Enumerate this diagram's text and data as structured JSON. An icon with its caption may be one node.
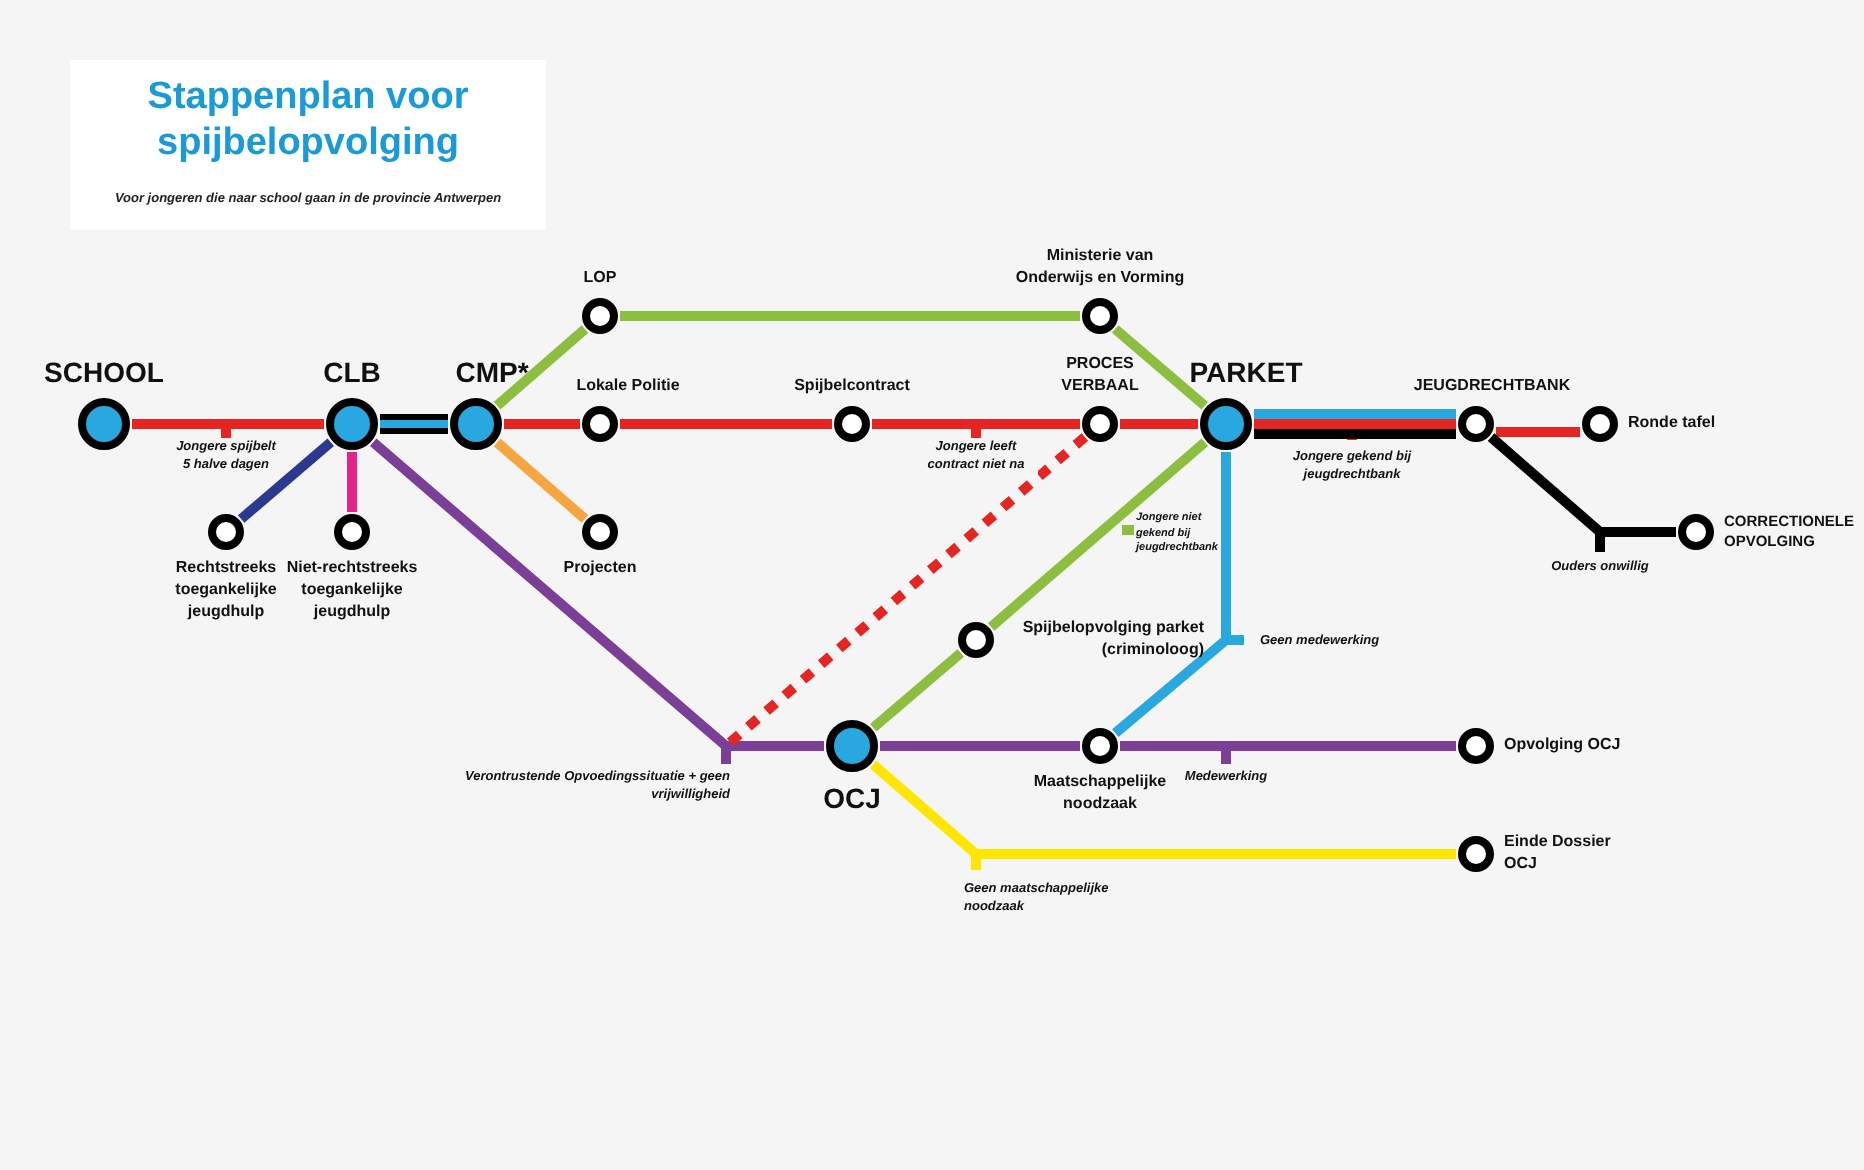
{
  "diagram": {
    "title": "Stappenplan voor spijbelopvolging",
    "caption": "Voor jongeren die naar school gaan in de provincie Antwerpen",
    "nodes": [
      {
        "text": [
          "SCHOOL"
        ]
      },
      {
        "text": [
          "CLB"
        ]
      },
      {
        "text": [
          "CMP*"
        ]
      },
      {
        "text": [
          "LOP"
        ]
      },
      {
        "text": [
          "Lokale Politie"
        ]
      },
      {
        "text": [
          "Projecten"
        ]
      },
      {
        "text": [
          "Rechtstreeks toegankelijke jeugdhulp"
        ]
      },
      {
        "text": [
          "Niet-rechtstreeks toegankelijke jeugdhulp"
        ]
      },
      {
        "text": [
          "Ministerie van Onderwijs en Vorming"
        ]
      },
      {
        "text": [
          "Spijbelcontract"
        ]
      },
      {
        "text": [
          "PROCES VERBAAL"
        ]
      },
      {
        "text": [
          "PARKET"
        ]
      },
      {
        "text": [
          "JEUGDRECHTBANK"
        ]
      },
      {
        "text": [
          "Ronde tafel"
        ]
      },
      {
        "text": [
          "CORRECTIONELE OPVOLGING"
        ]
      },
      {
        "text": [
          "Spijbelopvolging parket (criminoloog)"
        ]
      },
      {
        "text": [
          "OCJ"
        ]
      },
      {
        "text": [
          "Maatschappelijke noodzaak"
        ]
      },
      {
        "text": [
          "Opvolging OCJ"
        ]
      },
      {
        "text": [
          "Einde Dossier OCJ"
        ]
      }
    ],
    "edges": [
      {
        "from": 0,
        "to": 1,
        "arrow": "none",
        "color": "#e42521",
        "label": "Jongere spijbelt 5 halve dagen"
      },
      {
        "from": 1,
        "to": 2,
        "arrow": "none",
        "color": "#000000",
        "style": "thick"
      },
      {
        "from": 2,
        "to": 3,
        "arrow": "none",
        "color": "#8cbf3f"
      },
      {
        "from": 2,
        "to": 4,
        "arrow": "none",
        "color": "#e42521"
      },
      {
        "from": 2,
        "to": 5,
        "arrow": "none",
        "color": "#f7a540"
      },
      {
        "from": 1,
        "to": 6,
        "arrow": "none",
        "color": "#2b3990"
      },
      {
        "from": 1,
        "to": 7,
        "arrow": "none",
        "color": "#e5238b"
      },
      {
        "from": 1,
        "to": 16,
        "arrow": "none",
        "color": "#7b3f98",
        "label": "Verontrustende Opvoedingssituatie + geen vrijwilligheid"
      },
      {
        "from": 3,
        "to": 8,
        "arrow": "none",
        "color": "#8cbf3f"
      },
      {
        "from": 8,
        "to": 11,
        "arrow": "none",
        "color": "#8cbf3f"
      },
      {
        "from": 4,
        "to": 9,
        "arrow": "none",
        "color": "#e42521"
      },
      {
        "from": 9,
        "to": 10,
        "arrow": "none",
        "color": "#e42521",
        "label": "Jongere leeft contract niet na"
      },
      {
        "from": 10,
        "to": 11,
        "arrow": "none",
        "color": "#e42521"
      },
      {
        "from": 10,
        "to": null,
        "arrow": "none",
        "color": "#e42521",
        "style": "dashed"
      },
      {
        "from": 11,
        "to": 12,
        "arrow": "none",
        "color": "#29a8e0"
      },
      {
        "from": 11,
        "to": 12,
        "arrow": "none",
        "color": "#e42521",
        "label": "Jongere gekend bij jeugdrechtbank"
      },
      {
        "from": 11,
        "to": 12,
        "arrow": "none",
        "color": "#000000"
      },
      {
        "from": 12,
        "to": 13,
        "arrow": "none",
        "color": "#e42521"
      },
      {
        "from": 12,
        "to": 14,
        "arrow": "none",
        "color": "#000000",
        "label": "Ouders onwillig"
      },
      {
        "from": 11,
        "to": 15,
        "arrow": "none",
        "color": "#8cbf3f",
        "label": "Jongere niet gekend bij jeugdrechtbank"
      },
      {
        "from": 15,
        "to": 16,
        "arrow": "none",
        "color": "#8cbf3f"
      },
      {
        "from": 11,
        "to": 17,
        "arrow": "none",
        "color": "#29a8e0",
        "label": "Geen medewerking"
      },
      {
        "from": 16,
        "to": 17,
        "arrow": "none",
        "color": "#7b3f98"
      },
      {
        "from": 17,
        "to": 18,
        "arrow": "none",
        "color": "#7b3f98",
        "label": "Medewerking"
      },
      {
        "from": 16,
        "to": 19,
        "arrow": "none",
        "color": "#ffe600",
        "label": "Geen maatschappelijke noodzaak"
      }
    ]
  }
}
